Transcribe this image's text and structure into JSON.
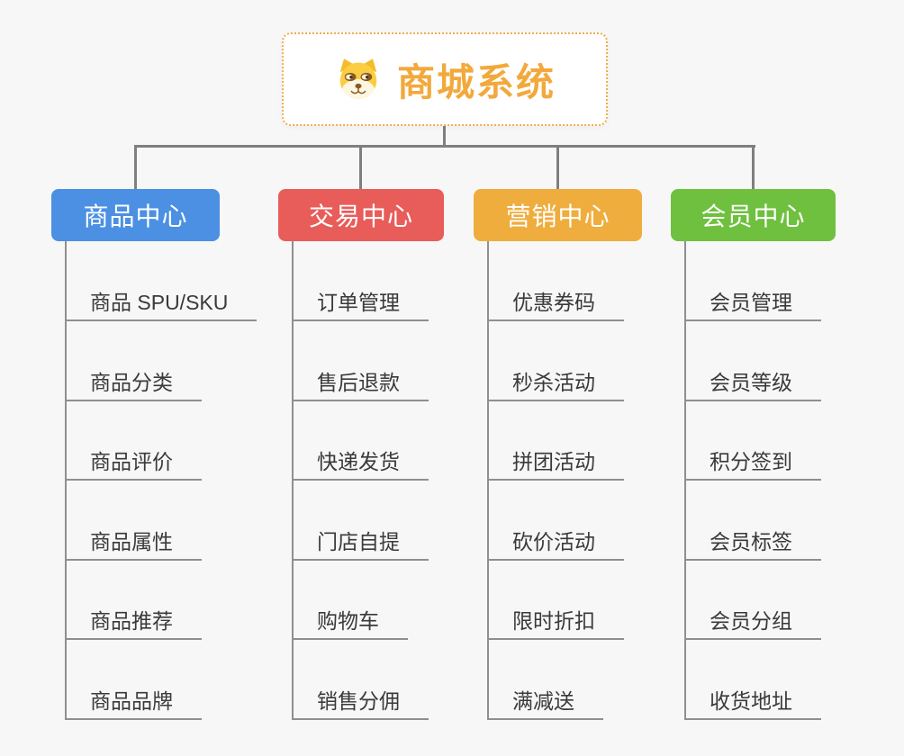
{
  "root": {
    "label": "商城系统",
    "icon": "dog-face-icon"
  },
  "branches": [
    {
      "label": "商品中心",
      "color": "#4B90E2",
      "children": [
        "商品 SPU/SKU",
        "商品分类",
        "商品评价",
        "商品属性",
        "商品推荐",
        "商品品牌"
      ]
    },
    {
      "label": "交易中心",
      "color": "#E85C5A",
      "children": [
        "订单管理",
        "售后退款",
        "快递发货",
        "门店自提",
        "购物车",
        "销售分佣"
      ]
    },
    {
      "label": "营销中心",
      "color": "#EFAD3E",
      "children": [
        "优惠券码",
        "秒杀活动",
        "拼团活动",
        "砍价活动",
        "限时折扣",
        "满减送"
      ]
    },
    {
      "label": "会员中心",
      "color": "#6FC03F",
      "children": [
        "会员管理",
        "会员等级",
        "积分签到",
        "会员标签",
        "会员分组",
        "收货地址"
      ]
    }
  ],
  "colors": {
    "background": "#F7F7F8",
    "connector": "#7F7F7F",
    "child_line": "#8F8F8F",
    "child_text": "#3A3A3A",
    "root_border": "#F0AD4E",
    "root_text": "#F2A93C"
  }
}
